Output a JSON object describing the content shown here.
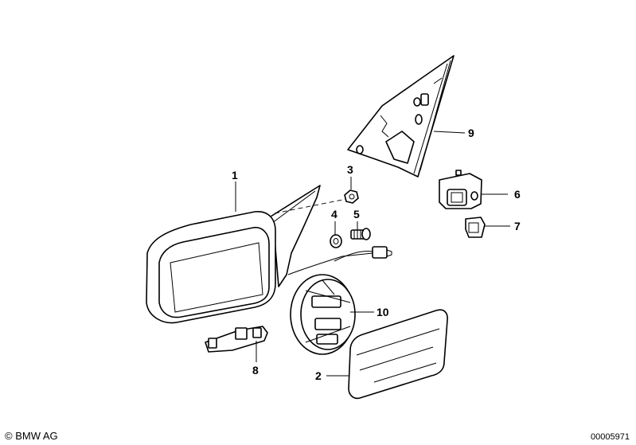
{
  "callouts": [
    {
      "id": "1",
      "label": "1"
    },
    {
      "id": "2",
      "label": "2"
    },
    {
      "id": "3",
      "label": "3"
    },
    {
      "id": "4",
      "label": "4"
    },
    {
      "id": "5",
      "label": "5"
    },
    {
      "id": "6",
      "label": "6"
    },
    {
      "id": "7",
      "label": "7"
    },
    {
      "id": "8",
      "label": "8"
    },
    {
      "id": "9",
      "label": "9"
    },
    {
      "id": "10",
      "label": "10"
    }
  ],
  "footer": {
    "copyright": "© BMW AG",
    "drawing_number": "00005971"
  }
}
